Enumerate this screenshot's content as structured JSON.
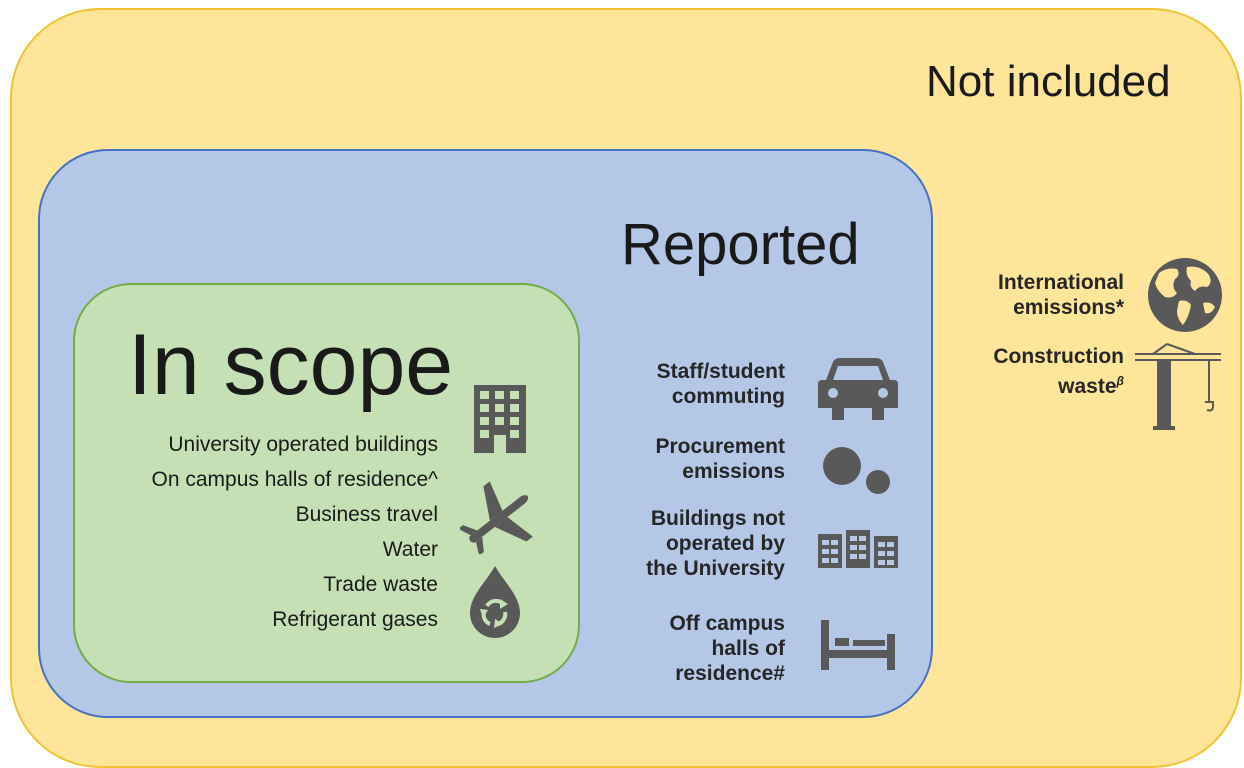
{
  "outer": {
    "label": "Not included"
  },
  "reported": {
    "label": "Reported"
  },
  "in_scope": {
    "label": "In scope",
    "items": [
      "University operated buildings",
      "On campus halls of residence^",
      "Business travel",
      "Water",
      "Trade waste",
      "Refrigerant gases"
    ]
  },
  "reported_items": {
    "commuting": [
      "Staff/student",
      "commuting"
    ],
    "procurement": [
      "Procurement",
      "emissions"
    ],
    "buildings": [
      "Buildings not",
      "operated by",
      "the University"
    ],
    "halls": [
      "Off campus",
      "halls of",
      "residence#"
    ]
  },
  "not_included_items": {
    "international": [
      "International",
      "emissions*"
    ],
    "construction": [
      "Construction",
      "waste"
    ],
    "construction_mark": "β"
  },
  "icons": [
    "office-building-icon",
    "airplane-icon",
    "recycle-drop-icon",
    "car-icon",
    "circles-icon",
    "buildings-row-icon",
    "bed-icon",
    "globe-icon",
    "crane-icon"
  ]
}
